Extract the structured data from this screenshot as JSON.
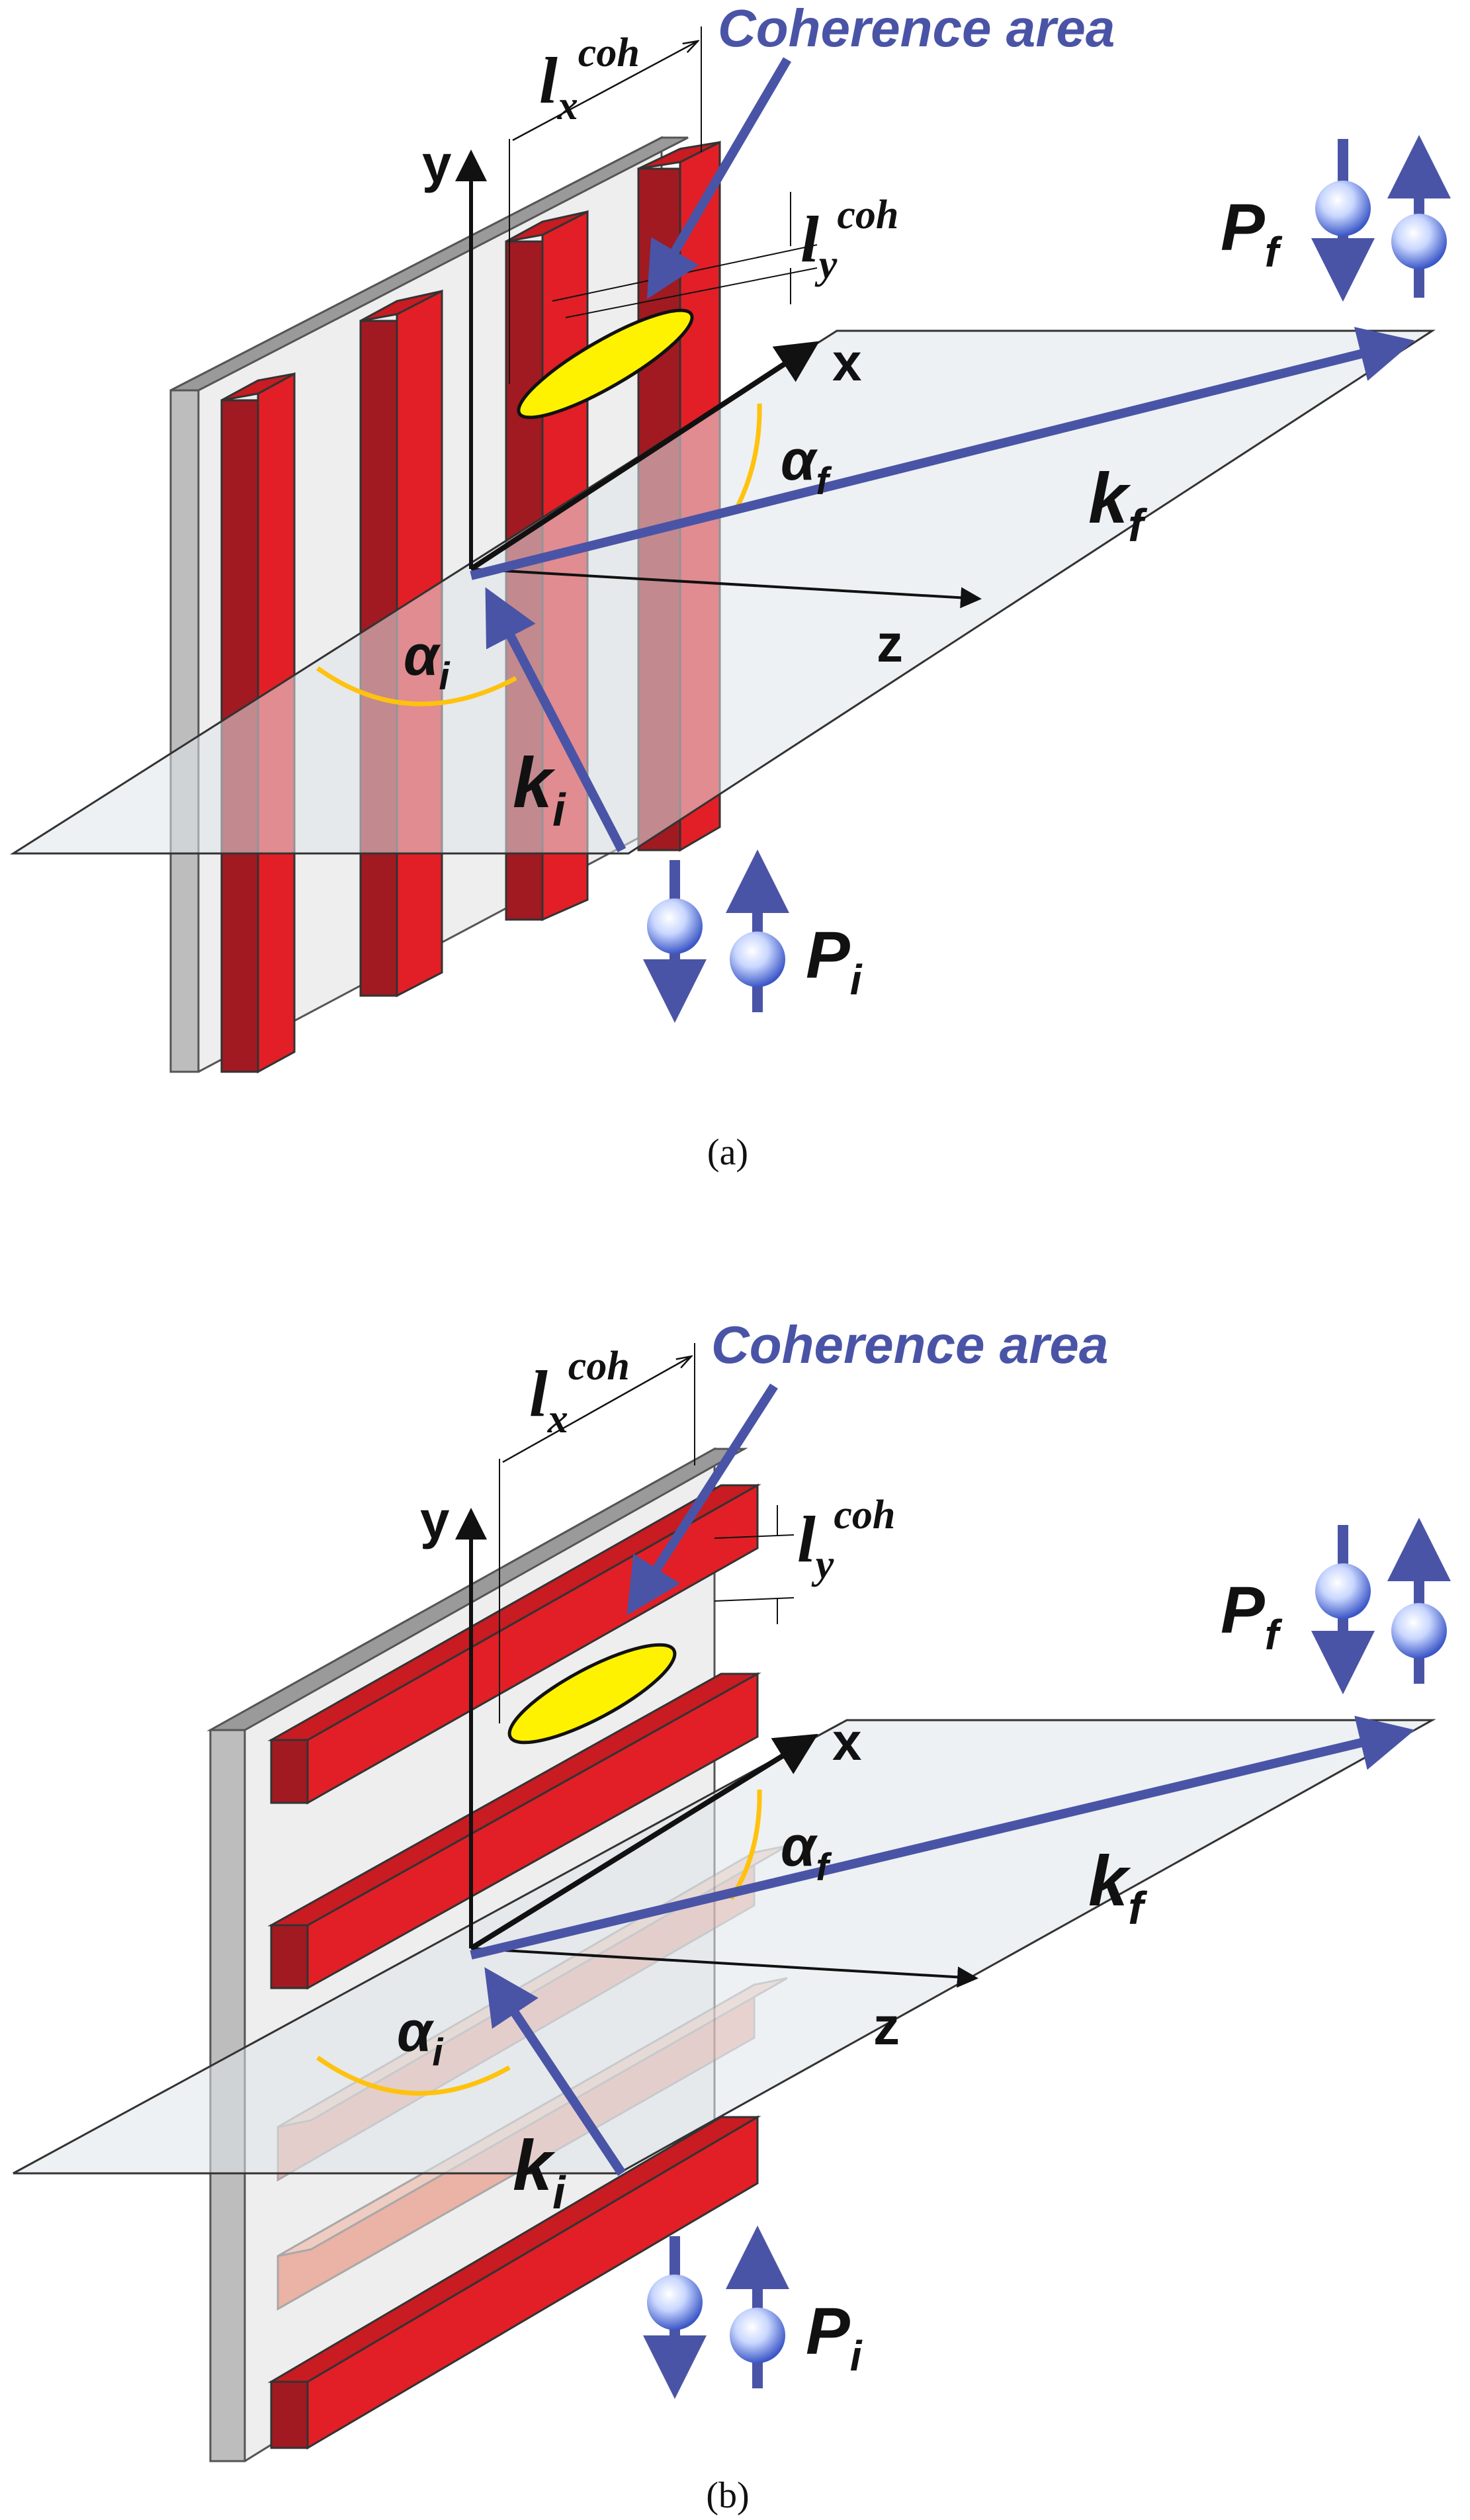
{
  "colors": {
    "red": "#e21f26",
    "red_dark": "#a11a21",
    "gray": "#bdbdbd",
    "gray_dark": "#7f7f7f",
    "wall": "#eeeeee",
    "yellow": "#fff200",
    "orange": "#ffc20e",
    "blue": "#4a54a6",
    "plane": "#dfe6ea"
  },
  "panels": [
    {
      "caption": "(a)",
      "coherence_label": "Coherence area",
      "lx": {
        "l": "l",
        "sub": "x",
        "sup": "coh"
      },
      "ly": {
        "l": "l",
        "sub": "y",
        "sup": "coh"
      },
      "axis_x": "x",
      "axis_y": "y",
      "axis_z": "z",
      "alpha_i": {
        "sym": "α",
        "sub": "i"
      },
      "alpha_f": {
        "sym": "α",
        "sub": "f"
      },
      "k_i": {
        "sym": "k",
        "sub": "i"
      },
      "k_f": {
        "sym": "k",
        "sub": "f"
      },
      "P_i": {
        "sym": "P",
        "sub": "i"
      },
      "P_f": {
        "sym": "P",
        "sub": "f"
      }
    },
    {
      "caption": "(b)",
      "coherence_label": "Coherence area",
      "lx": {
        "l": "l",
        "sub": "x",
        "sup": "coh"
      },
      "ly": {
        "l": "l",
        "sub": "y",
        "sup": "coh"
      },
      "axis_x": "x",
      "axis_y": "y",
      "axis_z": "z",
      "alpha_i": {
        "sym": "α",
        "sub": "i"
      },
      "alpha_f": {
        "sym": "α",
        "sub": "f"
      },
      "k_i": {
        "sym": "k",
        "sub": "i"
      },
      "k_f": {
        "sym": "k",
        "sub": "f"
      },
      "P_i": {
        "sym": "P",
        "sub": "i"
      },
      "P_f": {
        "sym": "P",
        "sub": "f"
      }
    }
  ]
}
